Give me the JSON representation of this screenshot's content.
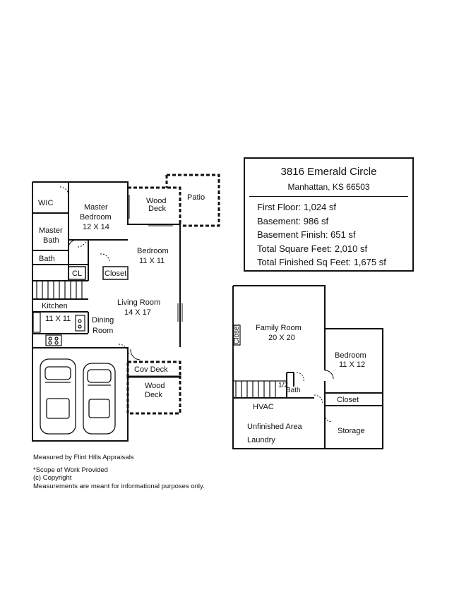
{
  "info": {
    "address": "3816 Emerald Circle",
    "city": "Manhattan, KS 66503",
    "lines": [
      "First Floor: 1,024 sf",
      "Basement: 986 sf",
      "Basement Finish: 651 sf",
      "Total Square Feet: 2,010 sf",
      "Total Finished Sq Feet: 1,675 sf"
    ]
  },
  "first_floor": {
    "wic": "WIC",
    "master_bedroom": "Master",
    "master_bedroom_2": "Bedroom",
    "master_bedroom_dim": "12 X 14",
    "wood_deck_top": "Wood",
    "wood_deck_top_2": "Deck",
    "patio": "Patio",
    "master_bath": "Master",
    "master_bath_2": "Bath",
    "bath": "Bath",
    "cl": "CL",
    "bedroom": "Bedroom",
    "bedroom_dim": "11 X 11",
    "closet": "Closet",
    "living_room": "Living Room",
    "living_room_dim": "14 X 17",
    "kitchen": "Kitchen",
    "kitchen_dim": "11 X 11",
    "dining": "Dining",
    "dining_2": "Room",
    "cov_deck": "Cov Deck",
    "wood_deck_bottom": "Wood",
    "wood_deck_bottom_2": "Deck"
  },
  "basement": {
    "family_room": "Family Room",
    "family_room_dim": "20 X 20",
    "closet_vertical": "Closet",
    "half_bath": "1/2",
    "half_bath_2": "Bath",
    "bedroom": "Bedroom",
    "bedroom_dim": "11 X 12",
    "closet": "Closet",
    "hvac": "HVAC",
    "unfinished": "Unfinished Area",
    "laundry": "Laundry",
    "storage": "Storage"
  },
  "footer": {
    "measured_by": "Measured by Flint Hills Appraisals",
    "scope": "*Scope of Work Provided",
    "copyright": "(c) Copyright",
    "disclaimer": "Measurements are meant for informational purposes only."
  }
}
